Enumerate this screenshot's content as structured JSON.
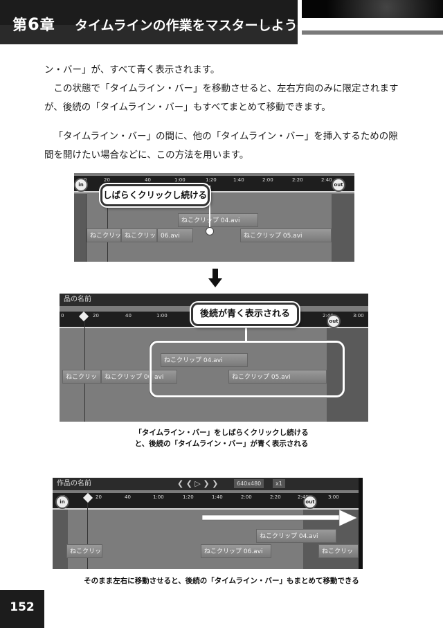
{
  "header": {
    "chapter_prefix": "第",
    "chapter_number": "6",
    "chapter_suffix": "章",
    "title": "タイムラインの作業をマスターしよう"
  },
  "body": {
    "para1": "ン・バー」が、すべて青く表示されます。",
    "para2": "この状態で「タイムライン・バー」を移動させると、左右方向のみに限定されますが、後続の「タイムライン・バー」もすべてまとめて移動できます。",
    "para3": "「タイムライン・バー」の間に、他の「タイムライン・バー」を挿入するための隙間を開けたい場合などに、この方法を用います。"
  },
  "screen1": {
    "marker_in": "in",
    "marker_out": "out",
    "ticks": [
      "0",
      "20",
      "40",
      "1:00",
      "1:20",
      "1:40",
      "2:00",
      "2:20",
      "2:40"
    ],
    "callout": "しばらくクリックし続ける",
    "clips": [
      "ねこクリップ 04.avi",
      "ねこクリッ",
      "ねこクリッ",
      "06.avi",
      "ねこクリップ 05.avi"
    ]
  },
  "screen2": {
    "window_title": "品の名前",
    "marker_out": "out",
    "ticks": [
      "0",
      "20",
      "40",
      "1:00",
      "2:40",
      "3:00"
    ],
    "callout": "後続が青く表示される",
    "clips": [
      "ねこクリップ 04.avi",
      "ねこクリッ",
      "ねこクリップ 06",
      "avi",
      "ねこクリップ 05.avi"
    ]
  },
  "caption1": {
    "line1": "「タイムライン・バー」をしばらくクリックし続ける",
    "line2": "と、後続の「タイムライン・バー」が青く表示される"
  },
  "screen3": {
    "window_title": "作品の名前",
    "resolution": "640x480",
    "zoom": "x1",
    "marker_in": "in",
    "marker_out": "out",
    "ticks": [
      "0",
      "20",
      "40",
      "1:00",
      "1:20",
      "1:40",
      "2:00",
      "2:20",
      "2:40",
      "3:00"
    ],
    "clips": [
      "ねこクリップ 04.avi",
      "ねこクリッ",
      "ねこクリップ 06.avi",
      "ねこクリッ"
    ]
  },
  "caption2": "そのまま左右に移動させると、後続の「タイムライン・バー」もまとめて移動できる",
  "page_number": "152",
  "colors": {
    "header_bg": "#1c1c1c",
    "screen_bg": "#7c7c7c",
    "arrow": "#ffffff"
  }
}
